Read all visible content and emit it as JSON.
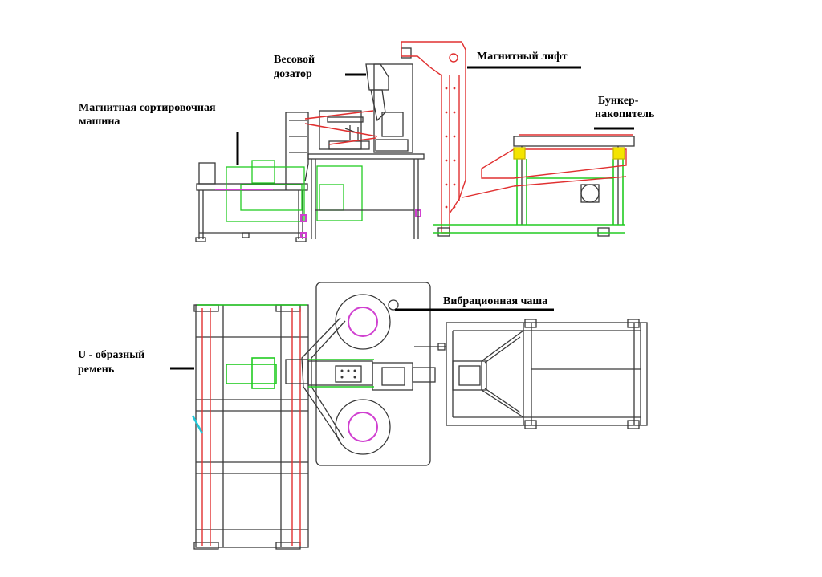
{
  "labels": {
    "sorting_machine_line1": "Магнитная сортировочная",
    "sorting_machine_line2": "машина",
    "weigher_line1": "Весовой",
    "weigher_line2": "дозатор",
    "magnetic_lift": "Магнитный лифт",
    "hopper_line1": "Бункер-",
    "hopper_line2": "накопитель",
    "vibratory_bowl": "Вибрационная чаша",
    "u_belt_line1": "U - образный",
    "u_belt_line2": "ремень"
  },
  "colors": {
    "frame": "#3a3a3a",
    "green": "#22cc22",
    "red": "#e03030",
    "magenta": "#d040d0",
    "yellow": "#f4e400",
    "cyan": "#20c8d8"
  }
}
